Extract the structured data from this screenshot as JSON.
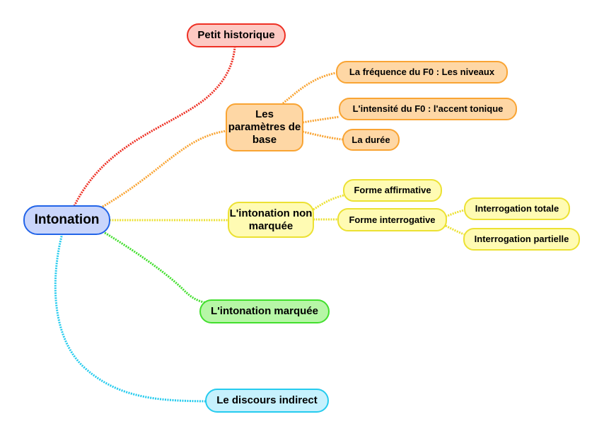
{
  "map": {
    "title": "Intonation",
    "colors": {
      "root": "#2264e8",
      "historique": "#ee3024",
      "parametres": "#f9a433",
      "non_marquee": "#ece133",
      "marquee": "#42df2d",
      "discours": "#25cbee"
    },
    "root": {
      "label": "Intonation"
    },
    "branches": {
      "historique": {
        "label": "Petit historique"
      },
      "parametres": {
        "label": "Les paramètres de base",
        "children": [
          {
            "label": "La fréquence du F0 : Les niveaux"
          },
          {
            "label": "L'intensité du F0 : l'accent tonique"
          },
          {
            "label": "La durée"
          }
        ]
      },
      "non_marquee": {
        "label": "L'intonation non marquée",
        "children": [
          {
            "label": "Forme affirmative"
          },
          {
            "label": "Forme interrogative",
            "children": [
              {
                "label": "Interrogation totale"
              },
              {
                "label": "Interrogation partielle"
              }
            ]
          }
        ]
      },
      "marquee": {
        "label": "L'intonation marquée"
      },
      "discours": {
        "label": "Le discours indirect"
      }
    }
  }
}
